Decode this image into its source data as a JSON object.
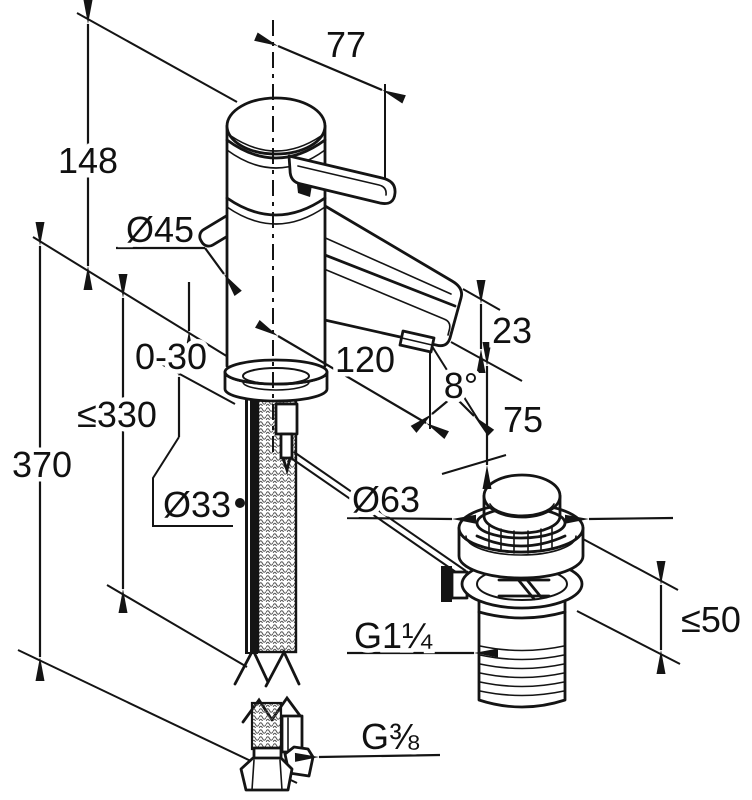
{
  "drawing": {
    "subject": "single-lever basin mixer with pop-up waste installation dimension drawing",
    "dimensions": {
      "center_to_handle_end": "77",
      "deck_to_top": "148",
      "body_diameter": "Ø45",
      "deck_thickness_range": "0-30",
      "max_height_to_hose_end": "≤330",
      "total_installation_height": "370",
      "spout_reach": "120",
      "spout_end_height": "23",
      "spout_angle": "8°",
      "outlet_clearance": "75",
      "shank_hole_diameter": "Ø33",
      "waste_flange_diameter": "Ø63",
      "waste_max_deck_thickness": "≤50",
      "waste_thread": "G1¼",
      "supply_connection_thread": "G⅜"
    }
  }
}
